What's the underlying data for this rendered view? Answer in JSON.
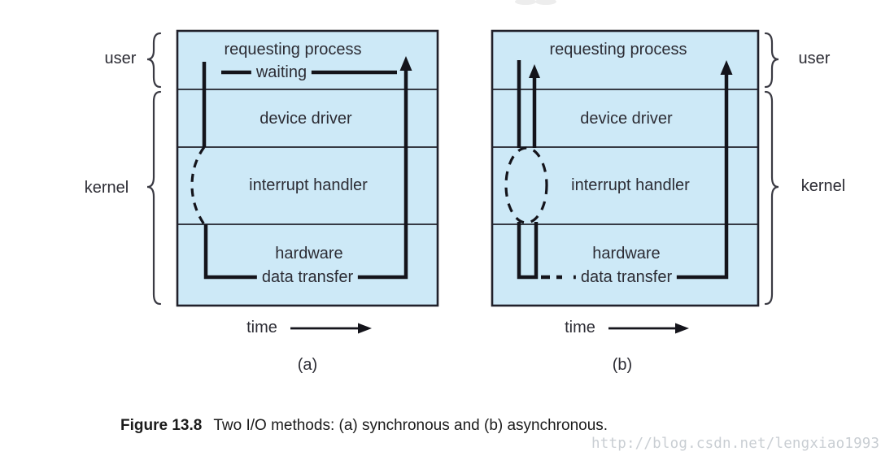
{
  "colors": {
    "box_fill": "#cde9f7",
    "box_border": "#20202a",
    "line": "#14141b",
    "text": "#2c2c34",
    "brace": "#3a3a43",
    "caption": "#1b1b1b",
    "watermark": "#c9ced3"
  },
  "diagram_a": {
    "sublabel": "(a)",
    "time_label": "time",
    "side_labels": {
      "user": "user",
      "kernel": "kernel"
    },
    "layers": {
      "requesting_process": "requesting process",
      "waiting": "waiting",
      "device_driver": "device driver",
      "interrupt_handler": "interrupt handler",
      "hardware": "hardware",
      "data_transfer": "data transfer"
    }
  },
  "diagram_b": {
    "sublabel": "(b)",
    "time_label": "time",
    "side_labels": {
      "user": "user",
      "kernel": "kernel"
    },
    "layers": {
      "requesting_process": "requesting process",
      "device_driver": "device driver",
      "interrupt_handler": "interrupt handler",
      "hardware": "hardware",
      "data_transfer": "data transfer"
    }
  },
  "caption": {
    "label": "Figure 13.8",
    "text": "Two I/O methods: (a) synchronous and (b) asynchronous."
  },
  "watermark": "http://blog.csdn.net/lengxiao1993"
}
